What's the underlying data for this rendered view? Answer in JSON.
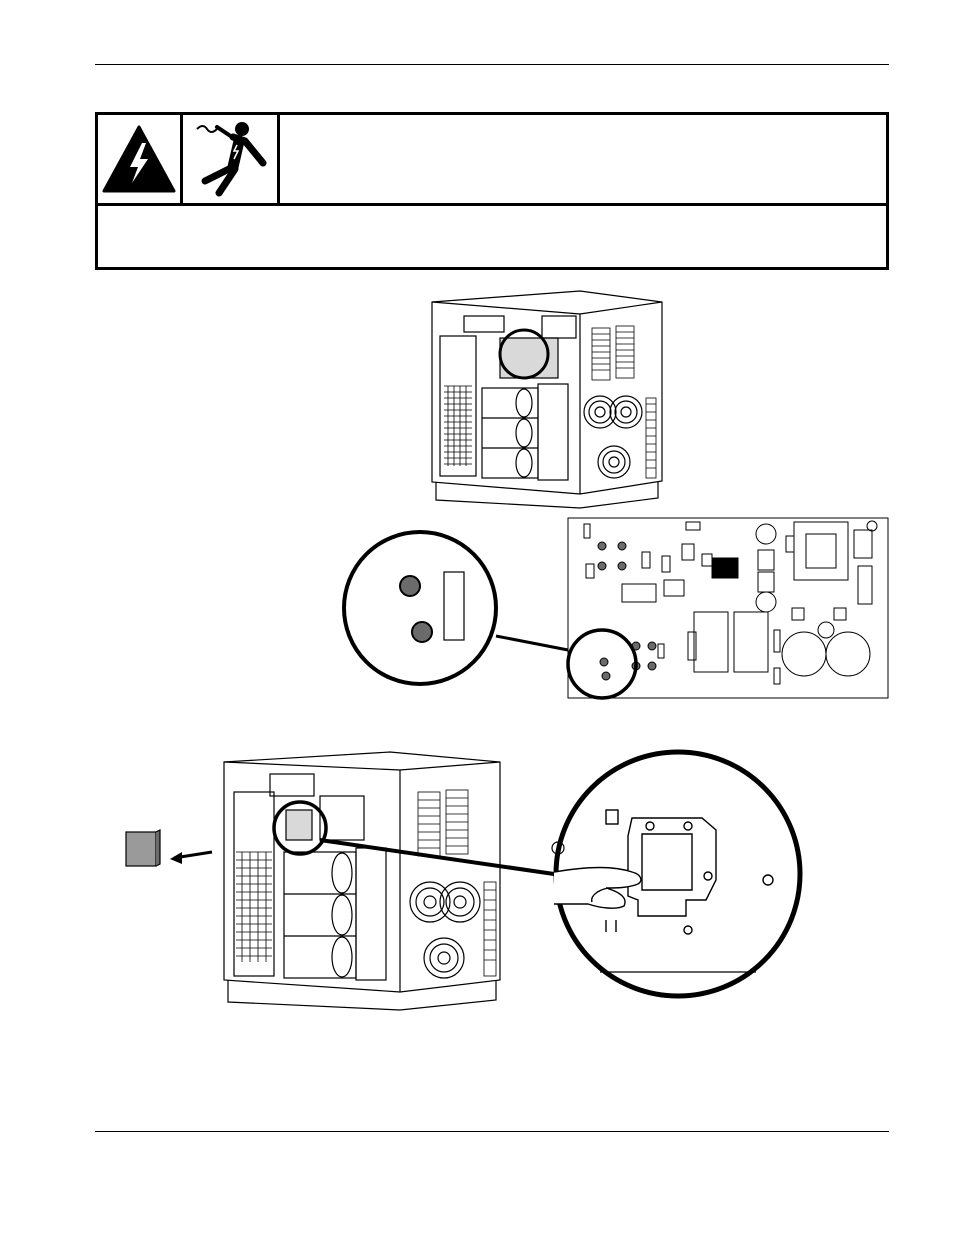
{
  "header": {
    "running_head": ""
  },
  "warning_box": {
    "icon_left": "electric-hazard-triangle-icon",
    "icon_right": "electric-shock-person-icon",
    "heading": "",
    "message": ""
  },
  "figures": [
    {
      "name": "power-supply-overview",
      "callout": "control-board-location"
    },
    {
      "name": "board-detail",
      "callout": "test-points"
    },
    {
      "name": "cover-removal",
      "callout": "hand-on-connector"
    }
  ],
  "footer": {
    "page_number": ""
  },
  "colors": {
    "ink": "#000000",
    "panel_gray": "#d9d9d9",
    "dark_gray": "#6b6b6b",
    "mid_gray": "#9a9a9a"
  }
}
